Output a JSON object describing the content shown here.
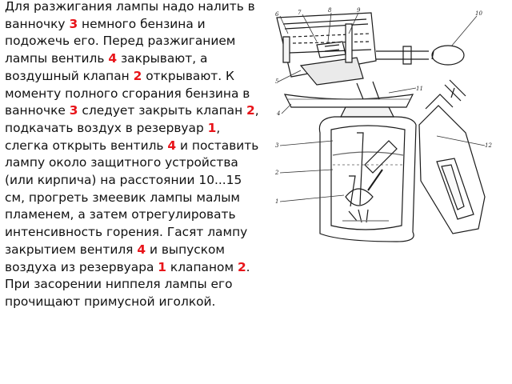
{
  "paragraph": [
    {
      "t": "Для разжигания лампы надо налить в ванночку "
    },
    {
      "t": "3",
      "hl": true
    },
    {
      "t": " немного бензина и подожечь его. Перед разжиганием лампы вентиль "
    },
    {
      "t": "4",
      "hl": true
    },
    {
      "t": " закрывают, а воздушный клапан "
    },
    {
      "t": "2",
      "hl": true
    },
    {
      "t": " открывают. К моменту полного сгорания бензина в ванночке "
    },
    {
      "t": "3",
      "hl": true
    },
    {
      "t": " следует закрыть клапан "
    },
    {
      "t": "2",
      "hl": true
    },
    {
      "t": ", подкачать воздух в резервуар "
    },
    {
      "t": "1",
      "hl": true
    },
    {
      "t": ", слегка открыть вентиль "
    },
    {
      "t": "4",
      "hl": true
    },
    {
      "t": " и поставить лампу около защитного устройства (или кирпича) на расстоянии 10...15 см, прогреть змеевик лампы малым пламенем, а затем отрегулировать интенсивность горения. Гасят лампу закрытием вентиля "
    },
    {
      "t": "4",
      "hl": true
    },
    {
      "t": " и выпуском воздуха из резервуара "
    },
    {
      "t": "1",
      "hl": true
    },
    {
      "t": " клапаном "
    },
    {
      "t": "2",
      "hl": true
    },
    {
      "t": ". При засорении ниппеля лампы его прочищают примусной иголкой."
    }
  ],
  "highlight_color": "#e8141a",
  "figure_labels": {
    "l1": "1",
    "l2": "2",
    "l3": "3",
    "l4": "4",
    "l5": "5",
    "l6": "6",
    "l7": "7",
    "l8": "8",
    "l9": "9",
    "l10": "10",
    "l11": "11",
    "l12": "12"
  }
}
